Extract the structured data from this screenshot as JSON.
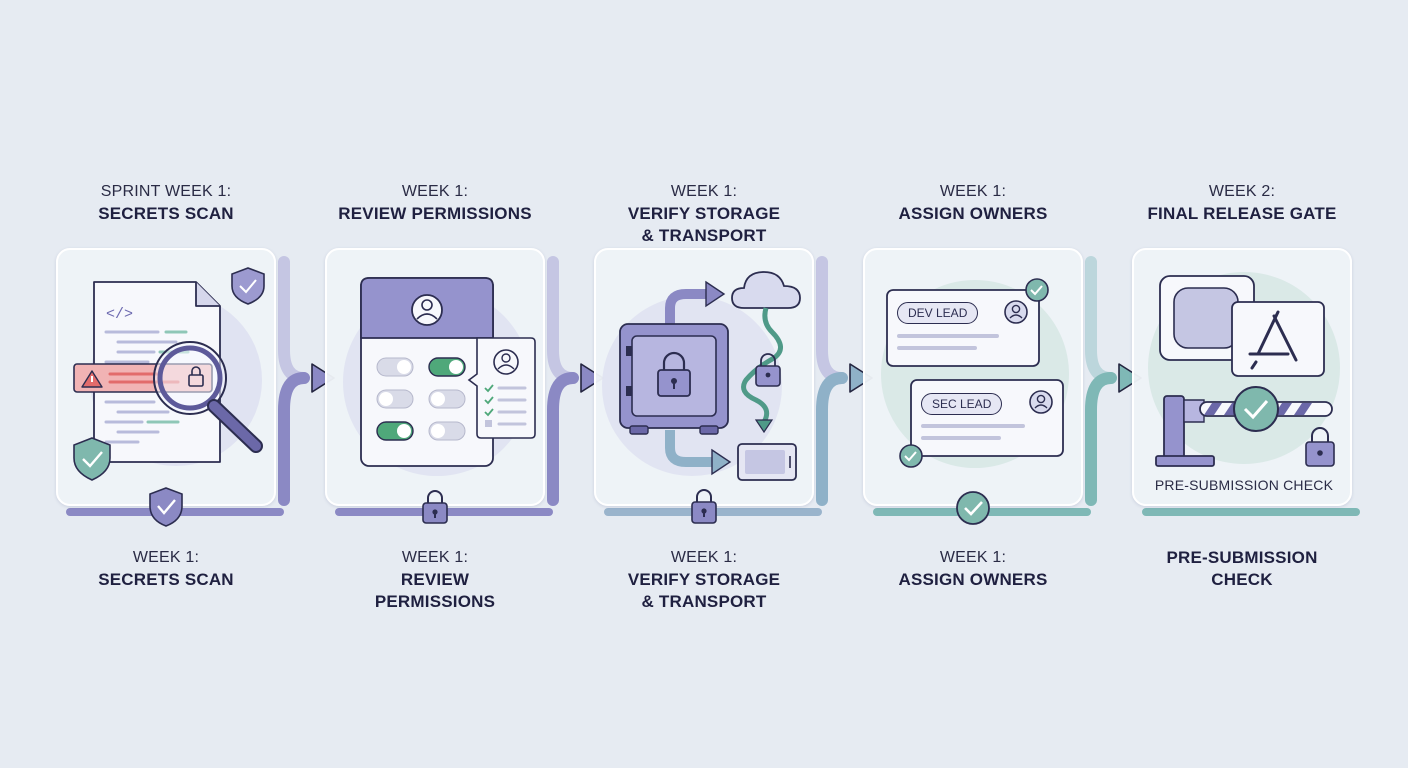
{
  "steps": [
    {
      "top": {
        "line1": "SPRINT WEEK 1:",
        "line2": "SECRETS SCAN"
      },
      "bottom": {
        "line1": "WEEK 1:",
        "line2": "SECRETS SCAN"
      },
      "accent": "#8b89c4"
    },
    {
      "top": {
        "line1": "WEEK 1:",
        "line2": "REVIEW PERMISSIONS"
      },
      "bottom": {
        "line1": "WEEK 1:",
        "line2": "REVIEW\nPERMISSIONS"
      },
      "accent": "#8b89c4"
    },
    {
      "top": {
        "line1": "WEEK 1:",
        "line2": "VERIFY STORAGE\n& TRANSPORT"
      },
      "bottom": {
        "line1": "WEEK 1:",
        "line2": "VERIFY STORAGE\n& TRANSPORT"
      },
      "accent": "#8b89c4"
    },
    {
      "top": {
        "line1": "WEEK 1:",
        "line2": "ASSIGN OWNERS"
      },
      "bottom": {
        "line1": "WEEK 1:",
        "line2": "ASSIGN OWNERS"
      },
      "accent": "#7fb8b6",
      "owners": {
        "dev": "DEV LEAD",
        "sec": "SEC LEAD"
      }
    },
    {
      "top": {
        "line1": "WEEK 2:",
        "line2": "FINAL RELEASE GATE"
      },
      "bottom": {
        "line1": "",
        "line2": "PRE-SUBMISSION\nCHECK"
      },
      "accent": "#7fb8b6",
      "caption": "PRE-SUBMISSION CHECK"
    }
  ],
  "icons": {
    "step1": [
      "code-document-icon",
      "warning-icon",
      "magnifier-icon",
      "shield-check-icon"
    ],
    "step2": [
      "user-avatar-icon",
      "toggle-switch-icon",
      "checklist-icon",
      "lock-icon"
    ],
    "step3": [
      "vault-safe-icon",
      "cloud-icon",
      "lock-icon",
      "device-icon"
    ],
    "step4": [
      "user-avatar-icon",
      "check-circle-icon"
    ],
    "step5": [
      "app-store-icon",
      "gate-barrier-icon",
      "check-circle-icon",
      "lock-icon"
    ]
  },
  "colors": {
    "background": "#e6ebf2",
    "purple": "#8b89c4",
    "purple_dark": "#5d5a9a",
    "teal": "#7fb8b6",
    "teal_dark": "#4f9a88",
    "red": "#e26b6b",
    "ink": "#23243f"
  }
}
